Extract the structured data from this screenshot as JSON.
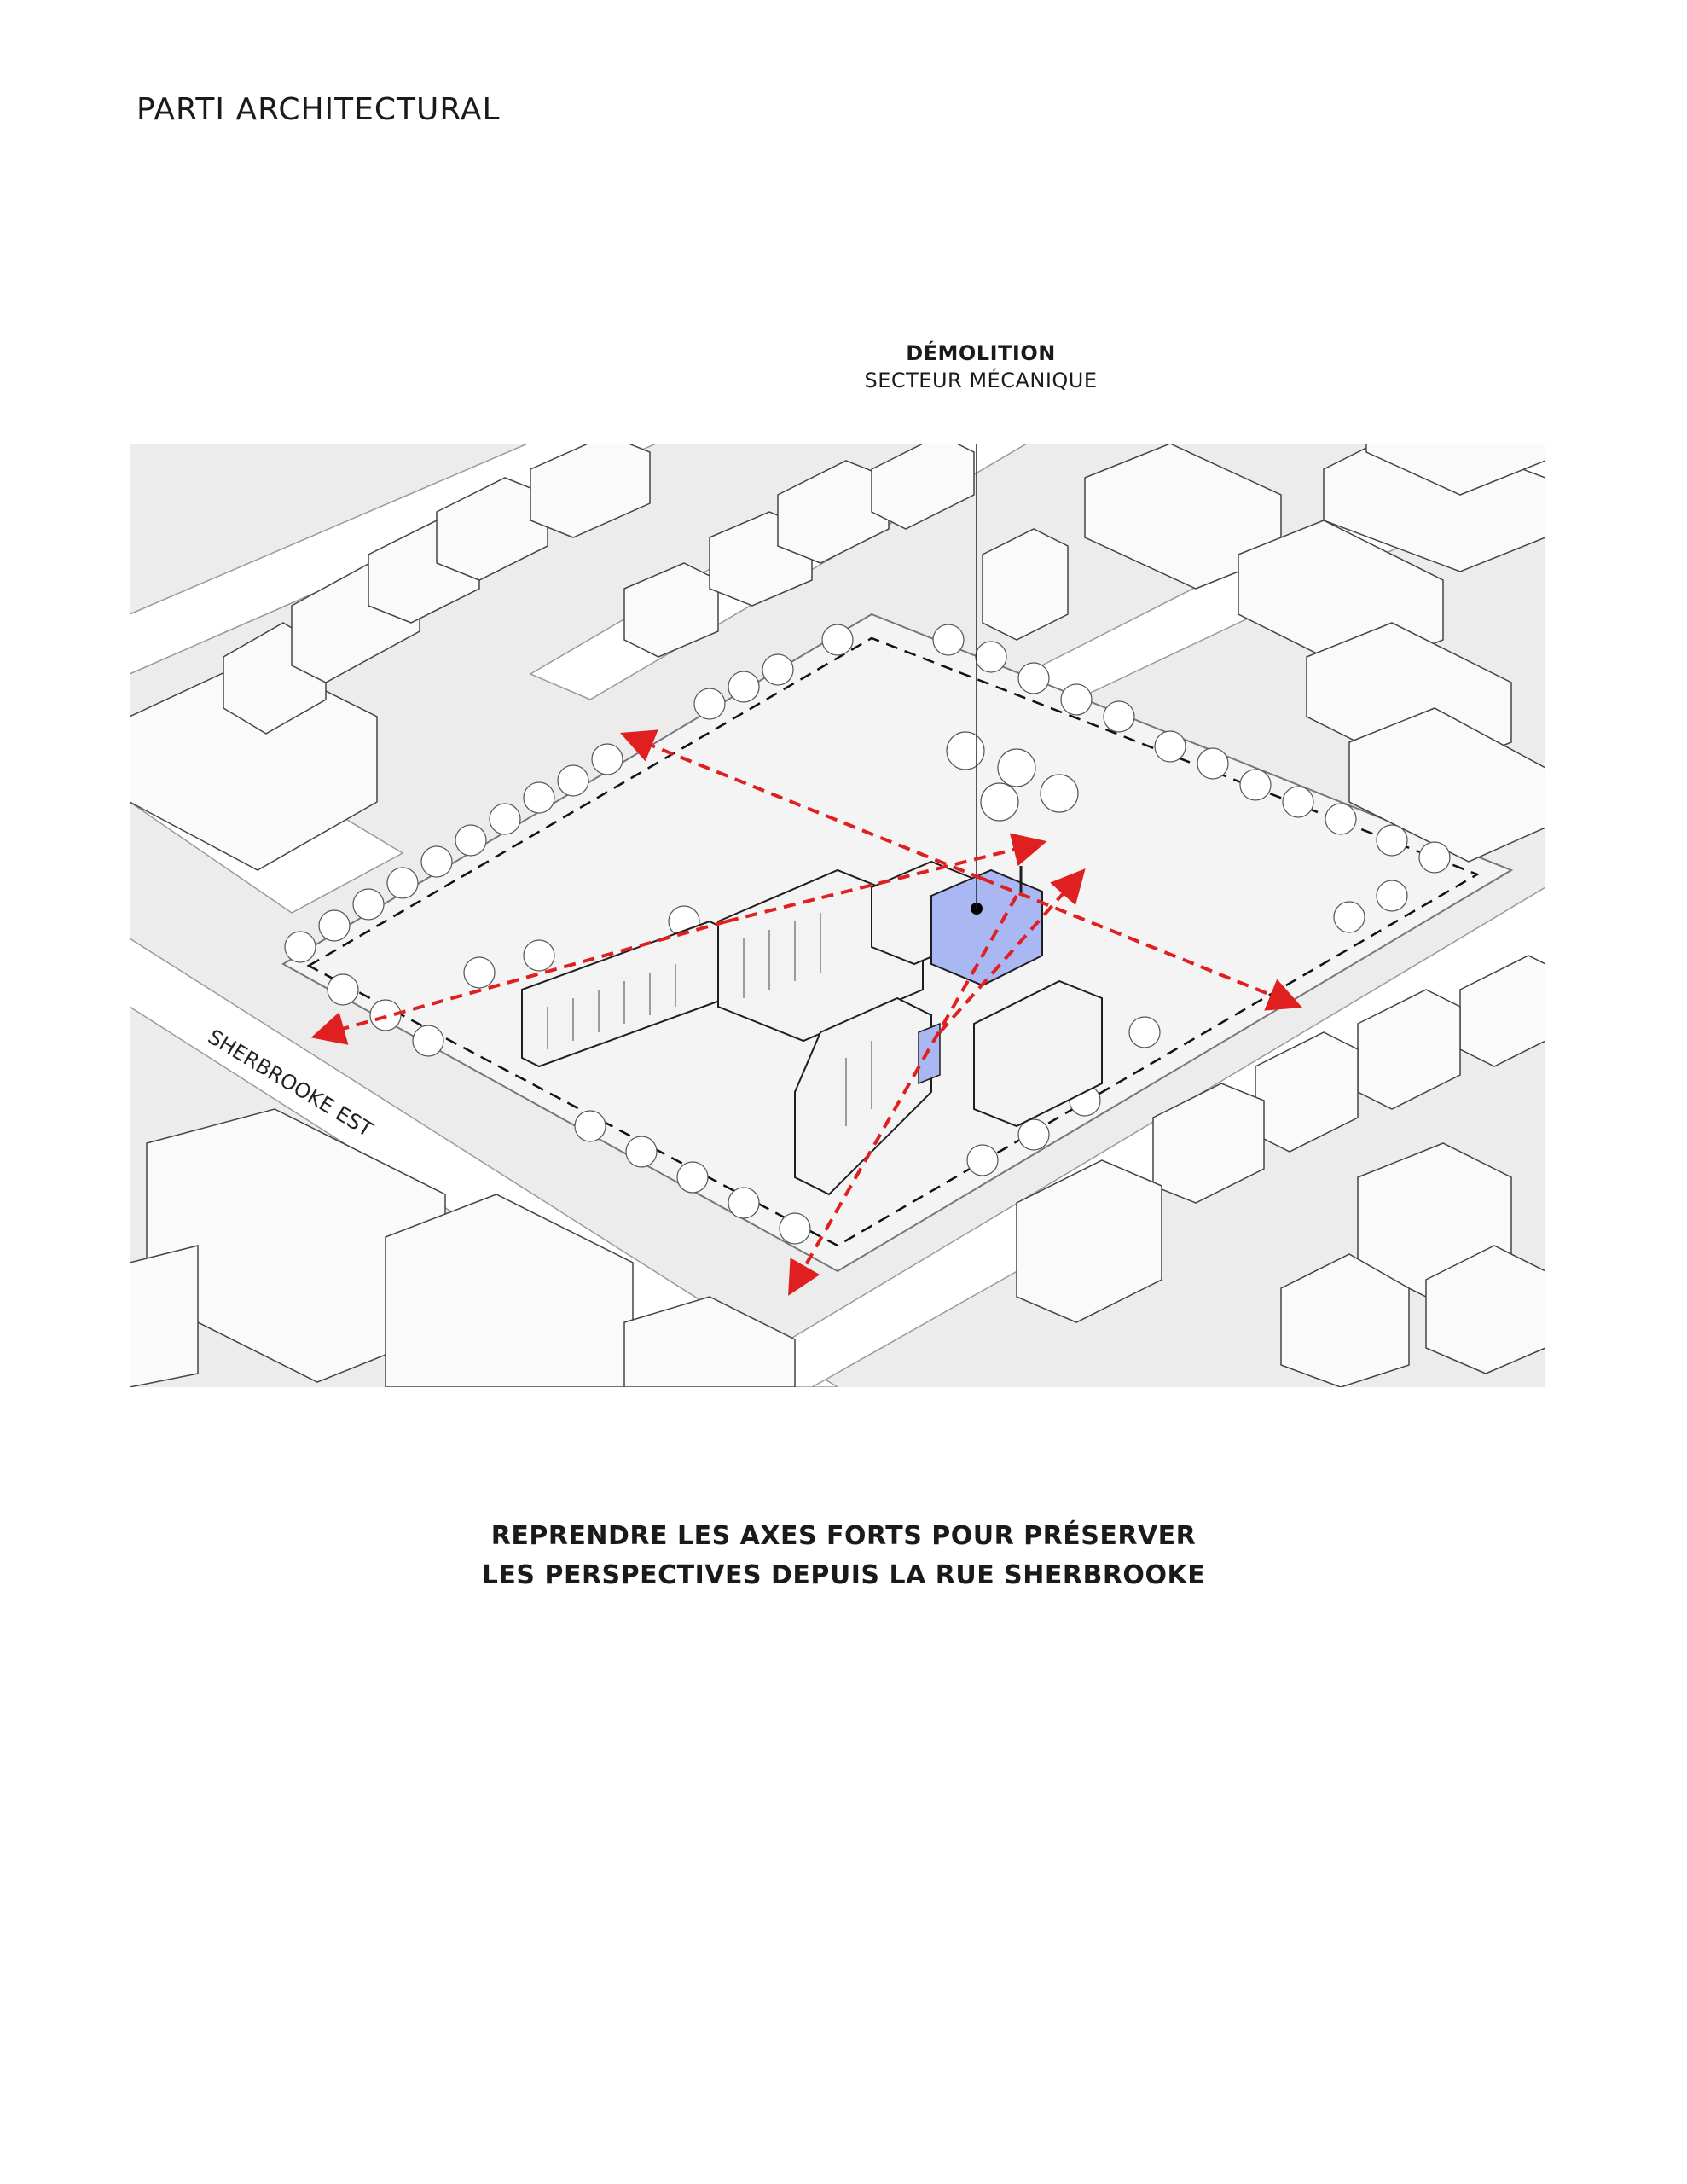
{
  "page": {
    "title": "PARTI ARCHITECTURAL"
  },
  "callout": {
    "title": "DÉMOLITION",
    "subtitle": "SECTEUR MÉCANIQUE"
  },
  "street": {
    "name": "SHERBROOKE EST"
  },
  "caption": {
    "line1": "REPRENDRE LES AXES FORTS POUR PRÉSERVER",
    "line2": "LES PERSPECTIVES DEPUIS LA RUE SHERBROOKE"
  },
  "colors": {
    "axis_arrow": "#e02020",
    "demolition_fill": "#a9b8f2",
    "building_fill": "#f1f1f1",
    "building_stroke": "#3a3a3a",
    "road_fill": "#ffffff",
    "block_fill": "#ececec"
  }
}
